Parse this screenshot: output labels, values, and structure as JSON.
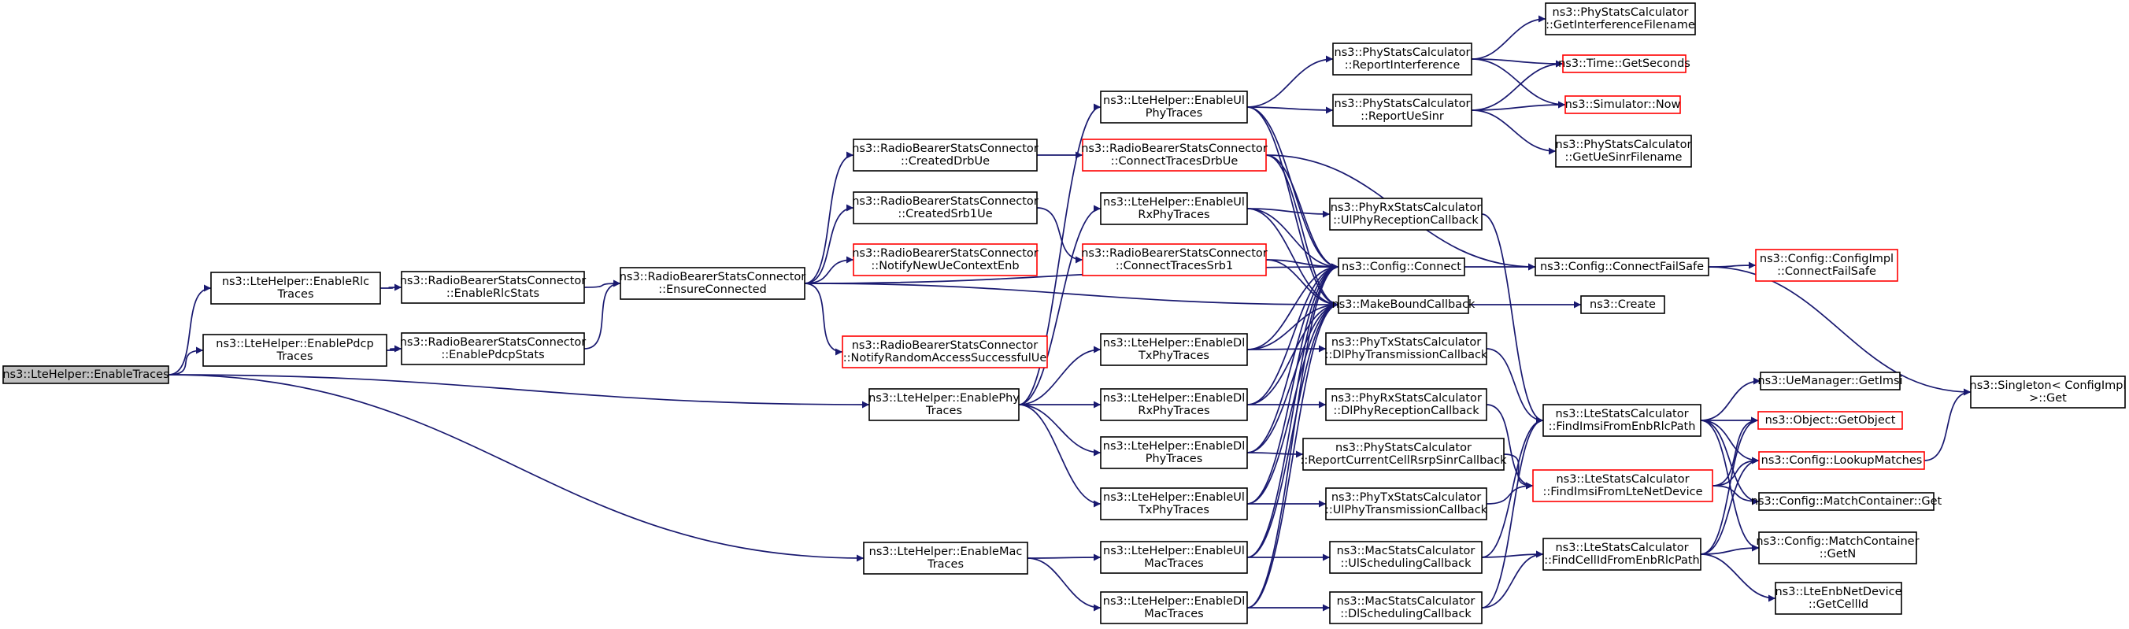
{
  "colors": {
    "edge": "#191970",
    "node_border": "#000000",
    "node_border_unexpanded": "#ff0000",
    "node_fill": "#ffffff",
    "root_fill": "#bfbfbf",
    "root_border": "#000000"
  },
  "nodes": [
    {
      "id": "enableTraces",
      "lines": [
        "ns3::LteHelper::EnableTraces"
      ],
      "style": "root"
    },
    {
      "id": "enableRlc",
      "lines": [
        "ns3::LteHelper::EnableRlc",
        "Traces"
      ],
      "style": "normal"
    },
    {
      "id": "enablePdcp",
      "lines": [
        "ns3::LteHelper::EnablePdcp",
        "Traces"
      ],
      "style": "normal"
    },
    {
      "id": "enablePhy",
      "lines": [
        "ns3::LteHelper::EnablePhy",
        "Traces"
      ],
      "style": "normal"
    },
    {
      "id": "enableMac",
      "lines": [
        "ns3::LteHelper::EnableMac",
        "Traces"
      ],
      "style": "normal"
    },
    {
      "id": "enableRlcStats",
      "lines": [
        "ns3::RadioBearerStatsConnector",
        "::EnableRlcStats"
      ],
      "style": "normal"
    },
    {
      "id": "enablePdcpStats",
      "lines": [
        "ns3::RadioBearerStatsConnector",
        "::EnablePdcpStats"
      ],
      "style": "normal"
    },
    {
      "id": "ensureConnected",
      "lines": [
        "ns3::RadioBearerStatsConnector",
        "::EnsureConnected"
      ],
      "style": "normal"
    },
    {
      "id": "createdDrbUe",
      "lines": [
        "ns3::RadioBearerStatsConnector",
        "::CreatedDrbUe"
      ],
      "style": "normal"
    },
    {
      "id": "createdSrb1Ue",
      "lines": [
        "ns3::RadioBearerStatsConnector",
        "::CreatedSrb1Ue"
      ],
      "style": "normal"
    },
    {
      "id": "notifyNewUe",
      "lines": [
        "ns3::RadioBearerStatsConnector",
        "::NotifyNewUeContextEnb"
      ],
      "style": "red"
    },
    {
      "id": "notifyRandom",
      "lines": [
        "ns3::RadioBearerStatsConnector",
        "::NotifyRandomAccessSuccessfulUe"
      ],
      "style": "red"
    },
    {
      "id": "connectDrb",
      "lines": [
        "ns3::RadioBearerStatsConnector",
        "::ConnectTracesDrbUe"
      ],
      "style": "red"
    },
    {
      "id": "connectSrb1",
      "lines": [
        "ns3::RadioBearerStatsConnector",
        "::ConnectTracesSrb1"
      ],
      "style": "red"
    },
    {
      "id": "enableUlPhy",
      "lines": [
        "ns3::LteHelper::EnableUl",
        "PhyTraces"
      ],
      "style": "normal"
    },
    {
      "id": "enableUlRxPhy",
      "lines": [
        "ns3::LteHelper::EnableUl",
        "RxPhyTraces"
      ],
      "style": "normal"
    },
    {
      "id": "enableDlTxPhy",
      "lines": [
        "ns3::LteHelper::EnableDl",
        "TxPhyTraces"
      ],
      "style": "normal"
    },
    {
      "id": "enableDlRxPhy",
      "lines": [
        "ns3::LteHelper::EnableDl",
        "RxPhyTraces"
      ],
      "style": "normal"
    },
    {
      "id": "enableDlPhy",
      "lines": [
        "ns3::LteHelper::EnableDl",
        "PhyTraces"
      ],
      "style": "normal"
    },
    {
      "id": "enableUlTxPhy",
      "lines": [
        "ns3::LteHelper::EnableUl",
        "TxPhyTraces"
      ],
      "style": "normal"
    },
    {
      "id": "enableUlMac",
      "lines": [
        "ns3::LteHelper::EnableUl",
        "MacTraces"
      ],
      "style": "normal"
    },
    {
      "id": "enableDlMac",
      "lines": [
        "ns3::LteHelper::EnableDl",
        "MacTraces"
      ],
      "style": "normal"
    },
    {
      "id": "reportInterference",
      "lines": [
        "ns3::PhyStatsCalculator",
        "::ReportInterference"
      ],
      "style": "normal"
    },
    {
      "id": "reportUeSinr",
      "lines": [
        "ns3::PhyStatsCalculator",
        "::ReportUeSinr"
      ],
      "style": "normal"
    },
    {
      "id": "ulPhyReception",
      "lines": [
        "ns3::PhyRxStatsCalculator",
        "::UlPhyReceptionCallback"
      ],
      "style": "normal"
    },
    {
      "id": "configConnect",
      "lines": [
        "ns3::Config::Connect"
      ],
      "style": "normal"
    },
    {
      "id": "makeBound",
      "lines": [
        "ns3::MakeBoundCallback"
      ],
      "style": "normal"
    },
    {
      "id": "dlPhyTransmission",
      "lines": [
        "ns3::PhyTxStatsCalculator",
        "::DlPhyTransmissionCallback"
      ],
      "style": "normal"
    },
    {
      "id": "dlPhyReception",
      "lines": [
        "ns3::PhyRxStatsCalculator",
        "::DlPhyReceptionCallback"
      ],
      "style": "normal"
    },
    {
      "id": "reportCurrentCell",
      "lines": [
        "ns3::PhyStatsCalculator",
        "::ReportCurrentCellRsrpSinrCallback"
      ],
      "style": "normal"
    },
    {
      "id": "ulPhyTransmission",
      "lines": [
        "ns3::PhyTxStatsCalculator",
        "::UlPhyTransmissionCallback"
      ],
      "style": "normal"
    },
    {
      "id": "ulScheduling",
      "lines": [
        "ns3::MacStatsCalculator",
        "::UlSchedulingCallback"
      ],
      "style": "normal"
    },
    {
      "id": "dlScheduling",
      "lines": [
        "ns3::MacStatsCalculator",
        "::DlSchedulingCallback"
      ],
      "style": "normal"
    },
    {
      "id": "getInterferenceFilename",
      "lines": [
        "ns3::PhyStatsCalculator",
        "::GetInterferenceFilename"
      ],
      "style": "normal"
    },
    {
      "id": "timeGetSeconds",
      "lines": [
        "ns3::Time::GetSeconds"
      ],
      "style": "red"
    },
    {
      "id": "simulatorNow",
      "lines": [
        "ns3::Simulator::Now"
      ],
      "style": "red"
    },
    {
      "id": "getUeSinrFilename",
      "lines": [
        "ns3::PhyStatsCalculator",
        "::GetUeSinrFilename"
      ],
      "style": "normal"
    },
    {
      "id": "connectFailSafe",
      "lines": [
        "ns3::Config::ConnectFailSafe"
      ],
      "style": "normal"
    },
    {
      "id": "create",
      "lines": [
        "ns3::Create"
      ],
      "style": "normal"
    },
    {
      "id": "findImsiRlc",
      "lines": [
        "ns3::LteStatsCalculator",
        "::FindImsiFromEnbRlcPath"
      ],
      "style": "normal"
    },
    {
      "id": "findImsiNetDevice",
      "lines": [
        "ns3::LteStatsCalculator",
        "::FindImsiFromLteNetDevice"
      ],
      "style": "red"
    },
    {
      "id": "findCellId",
      "lines": [
        "ns3::LteStatsCalculator",
        "::FindCellIdFromEnbRlcPath"
      ],
      "style": "normal"
    },
    {
      "id": "configImplConnect",
      "lines": [
        "ns3::Config::ConfigImpl",
        "::ConnectFailSafe"
      ],
      "style": "red"
    },
    {
      "id": "ueManagerGetImsi",
      "lines": [
        "ns3::UeManager::GetImsi"
      ],
      "style": "normal"
    },
    {
      "id": "objectGetObject",
      "lines": [
        "ns3::Object::GetObject"
      ],
      "style": "red"
    },
    {
      "id": "lookupMatches",
      "lines": [
        "ns3::Config::LookupMatches"
      ],
      "style": "red"
    },
    {
      "id": "matchContainerGet",
      "lines": [
        "ns3::Config::MatchContainer::Get"
      ],
      "style": "normal"
    },
    {
      "id": "matchContainerGetN",
      "lines": [
        "ns3::Config::MatchContainer",
        "::GetN"
      ],
      "style": "normal"
    },
    {
      "id": "getCellId",
      "lines": [
        "ns3::LteEnbNetDevice",
        "::GetCellId"
      ],
      "style": "normal"
    },
    {
      "id": "singletonGet",
      "lines": [
        "ns3::Singleton< ConfigImpl",
        " >::Get"
      ],
      "style": "normal"
    }
  ],
  "edges": [
    [
      "enableTraces",
      "enableRlc"
    ],
    [
      "enableTraces",
      "enablePdcp"
    ],
    [
      "enableTraces",
      "enablePhy"
    ],
    [
      "enableTraces",
      "enableMac"
    ],
    [
      "enableRlc",
      "enableRlcStats"
    ],
    [
      "enablePdcp",
      "enablePdcpStats"
    ],
    [
      "enableRlcStats",
      "ensureConnected"
    ],
    [
      "enablePdcpStats",
      "ensureConnected"
    ],
    [
      "ensureConnected",
      "createdDrbUe"
    ],
    [
      "ensureConnected",
      "createdSrb1Ue"
    ],
    [
      "ensureConnected",
      "notifyNewUe"
    ],
    [
      "ensureConnected",
      "notifyRandom"
    ],
    [
      "ensureConnected",
      "configConnect"
    ],
    [
      "ensureConnected",
      "makeBound"
    ],
    [
      "createdDrbUe",
      "connectDrb"
    ],
    [
      "createdSrb1Ue",
      "connectSrb1"
    ],
    [
      "connectDrb",
      "configConnect"
    ],
    [
      "connectDrb",
      "makeBound"
    ],
    [
      "connectDrb",
      "connectFailSafe"
    ],
    [
      "connectSrb1",
      "configConnect"
    ],
    [
      "connectSrb1",
      "makeBound"
    ],
    [
      "enablePhy",
      "enableUlPhy"
    ],
    [
      "enablePhy",
      "enableUlRxPhy"
    ],
    [
      "enablePhy",
      "enableDlTxPhy"
    ],
    [
      "enablePhy",
      "enableDlRxPhy"
    ],
    [
      "enablePhy",
      "enableDlPhy"
    ],
    [
      "enablePhy",
      "enableUlTxPhy"
    ],
    [
      "enableMac",
      "enableUlMac"
    ],
    [
      "enableMac",
      "enableDlMac"
    ],
    [
      "enableUlPhy",
      "reportInterference"
    ],
    [
      "enableUlPhy",
      "reportUeSinr"
    ],
    [
      "enableUlPhy",
      "configConnect"
    ],
    [
      "enableUlPhy",
      "makeBound"
    ],
    [
      "enableUlRxPhy",
      "ulPhyReception"
    ],
    [
      "enableUlRxPhy",
      "configConnect"
    ],
    [
      "enableUlRxPhy",
      "makeBound"
    ],
    [
      "enableDlTxPhy",
      "dlPhyTransmission"
    ],
    [
      "enableDlTxPhy",
      "configConnect"
    ],
    [
      "enableDlTxPhy",
      "makeBound"
    ],
    [
      "enableDlRxPhy",
      "dlPhyReception"
    ],
    [
      "enableDlRxPhy",
      "configConnect"
    ],
    [
      "enableDlRxPhy",
      "makeBound"
    ],
    [
      "enableDlPhy",
      "reportCurrentCell"
    ],
    [
      "enableDlPhy",
      "configConnect"
    ],
    [
      "enableDlPhy",
      "makeBound"
    ],
    [
      "enableUlTxPhy",
      "ulPhyTransmission"
    ],
    [
      "enableUlTxPhy",
      "configConnect"
    ],
    [
      "enableUlTxPhy",
      "makeBound"
    ],
    [
      "enableUlMac",
      "ulScheduling"
    ],
    [
      "enableUlMac",
      "configConnect"
    ],
    [
      "enableUlMac",
      "makeBound"
    ],
    [
      "enableDlMac",
      "dlScheduling"
    ],
    [
      "enableDlMac",
      "configConnect"
    ],
    [
      "enableDlMac",
      "makeBound"
    ],
    [
      "reportInterference",
      "getInterferenceFilename"
    ],
    [
      "reportInterference",
      "timeGetSeconds"
    ],
    [
      "reportInterference",
      "simulatorNow"
    ],
    [
      "reportUeSinr",
      "timeGetSeconds"
    ],
    [
      "reportUeSinr",
      "simulatorNow"
    ],
    [
      "reportUeSinr",
      "getUeSinrFilename"
    ],
    [
      "ulPhyReception",
      "findImsiRlc"
    ],
    [
      "dlPhyTransmission",
      "findImsiRlc"
    ],
    [
      "dlPhyReception",
      "findImsiNetDevice"
    ],
    [
      "reportCurrentCell",
      "findImsiNetDevice"
    ],
    [
      "ulPhyTransmission",
      "findImsiNetDevice"
    ],
    [
      "ulScheduling",
      "findImsiRlc"
    ],
    [
      "ulScheduling",
      "findCellId"
    ],
    [
      "dlScheduling",
      "findImsiRlc"
    ],
    [
      "dlScheduling",
      "findCellId"
    ],
    [
      "configConnect",
      "connectFailSafe"
    ],
    [
      "makeBound",
      "create"
    ],
    [
      "connectFailSafe",
      "configImplConnect"
    ],
    [
      "connectFailSafe",
      "singletonGet"
    ],
    [
      "findImsiRlc",
      "ueManagerGetImsi"
    ],
    [
      "findImsiRlc",
      "objectGetObject"
    ],
    [
      "findImsiRlc",
      "lookupMatches"
    ],
    [
      "findImsiRlc",
      "matchContainerGet"
    ],
    [
      "findImsiRlc",
      "matchContainerGetN"
    ],
    [
      "findImsiNetDevice",
      "objectGetObject"
    ],
    [
      "findImsiNetDevice",
      "lookupMatches"
    ],
    [
      "findImsiNetDevice",
      "matchContainerGet"
    ],
    [
      "findCellId",
      "objectGetObject"
    ],
    [
      "findCellId",
      "lookupMatches"
    ],
    [
      "findCellId",
      "matchContainerGetN"
    ],
    [
      "findCellId",
      "getCellId"
    ],
    [
      "lookupMatches",
      "singletonGet"
    ]
  ]
}
